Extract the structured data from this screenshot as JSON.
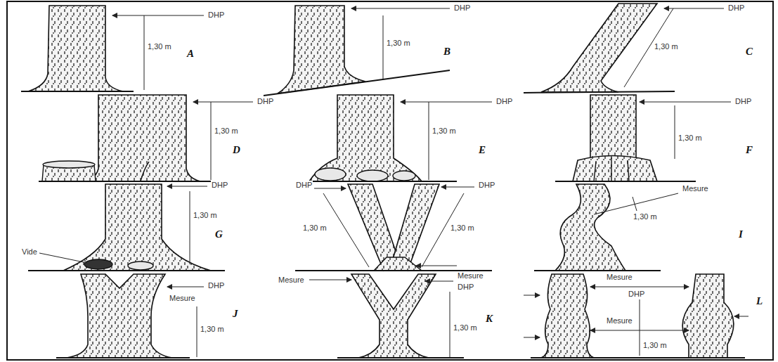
{
  "diagram": {
    "labels": [
      "DHP",
      "1,30 m",
      "A",
      "DHP",
      "1,30 m",
      "B",
      "DHP",
      "1,30 m",
      "C",
      "DHP",
      "1,30 m",
      "D",
      "DHP",
      "1,30 m",
      "E",
      "DHP",
      "1,30 m",
      "F",
      "Vide",
      "DHP",
      "1,30 m",
      "G",
      "DHP",
      "1,30 m",
      "DHP",
      "1,30 m",
      "Mesure",
      "1,30 m",
      "I",
      "DHP",
      "Mesure",
      "1,30 m",
      "J",
      "Mesure",
      "Mesure",
      "DHP",
      "1,30 m",
      "K",
      "Mesure",
      "DHP",
      "Mesure",
      "1,30 m",
      "L"
    ]
  }
}
